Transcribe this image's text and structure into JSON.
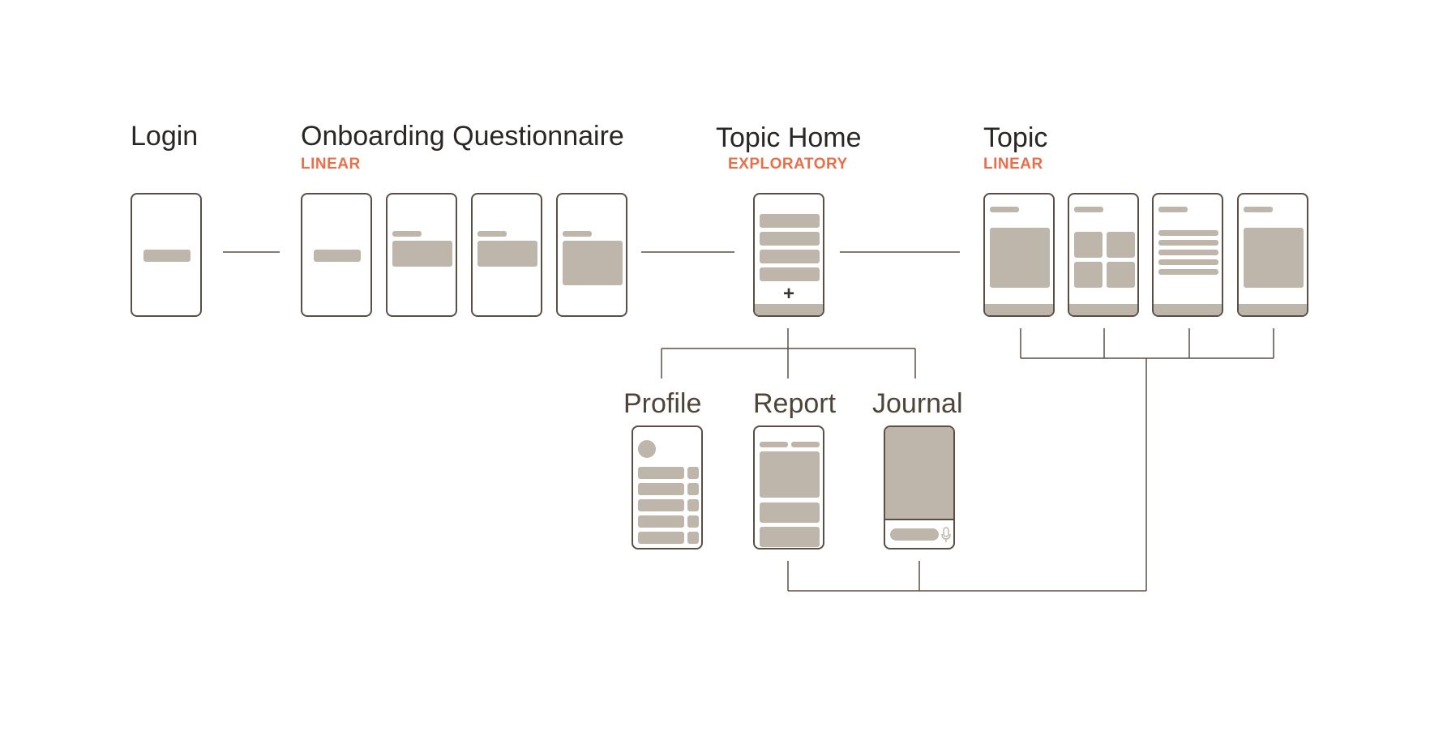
{
  "theme": {
    "line_color": "#5a4f45",
    "block_color": "#beb5ab",
    "accent": "#e96f4a"
  },
  "sections": {
    "login": {
      "title": "Login"
    },
    "onboarding": {
      "title": "Onboarding Questionnaire",
      "tag": "LINEAR"
    },
    "topic_home": {
      "title": "Topic Home",
      "tag": "EXPLORATORY"
    },
    "topic": {
      "title": "Topic",
      "tag": "LINEAR"
    },
    "profile": {
      "title": "Profile"
    },
    "report": {
      "title": "Report"
    },
    "journal": {
      "title": "Journal"
    }
  },
  "icons": {
    "add": "plus-icon",
    "voice": "microphone-icon",
    "avatar": "avatar-circle"
  }
}
